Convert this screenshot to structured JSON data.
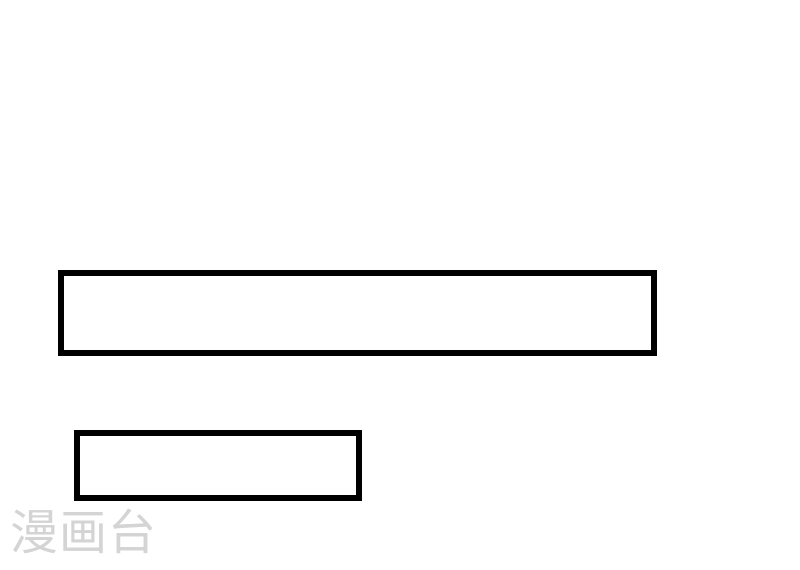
{
  "panel": {
    "background_color": "#ffffff",
    "border_color": "#000000",
    "boxes": [
      {
        "name": "wide-text-box",
        "text": ""
      },
      {
        "name": "small-text-box",
        "text": ""
      }
    ]
  },
  "watermark": {
    "text": "漫画台",
    "color": "#d4d4d4"
  }
}
